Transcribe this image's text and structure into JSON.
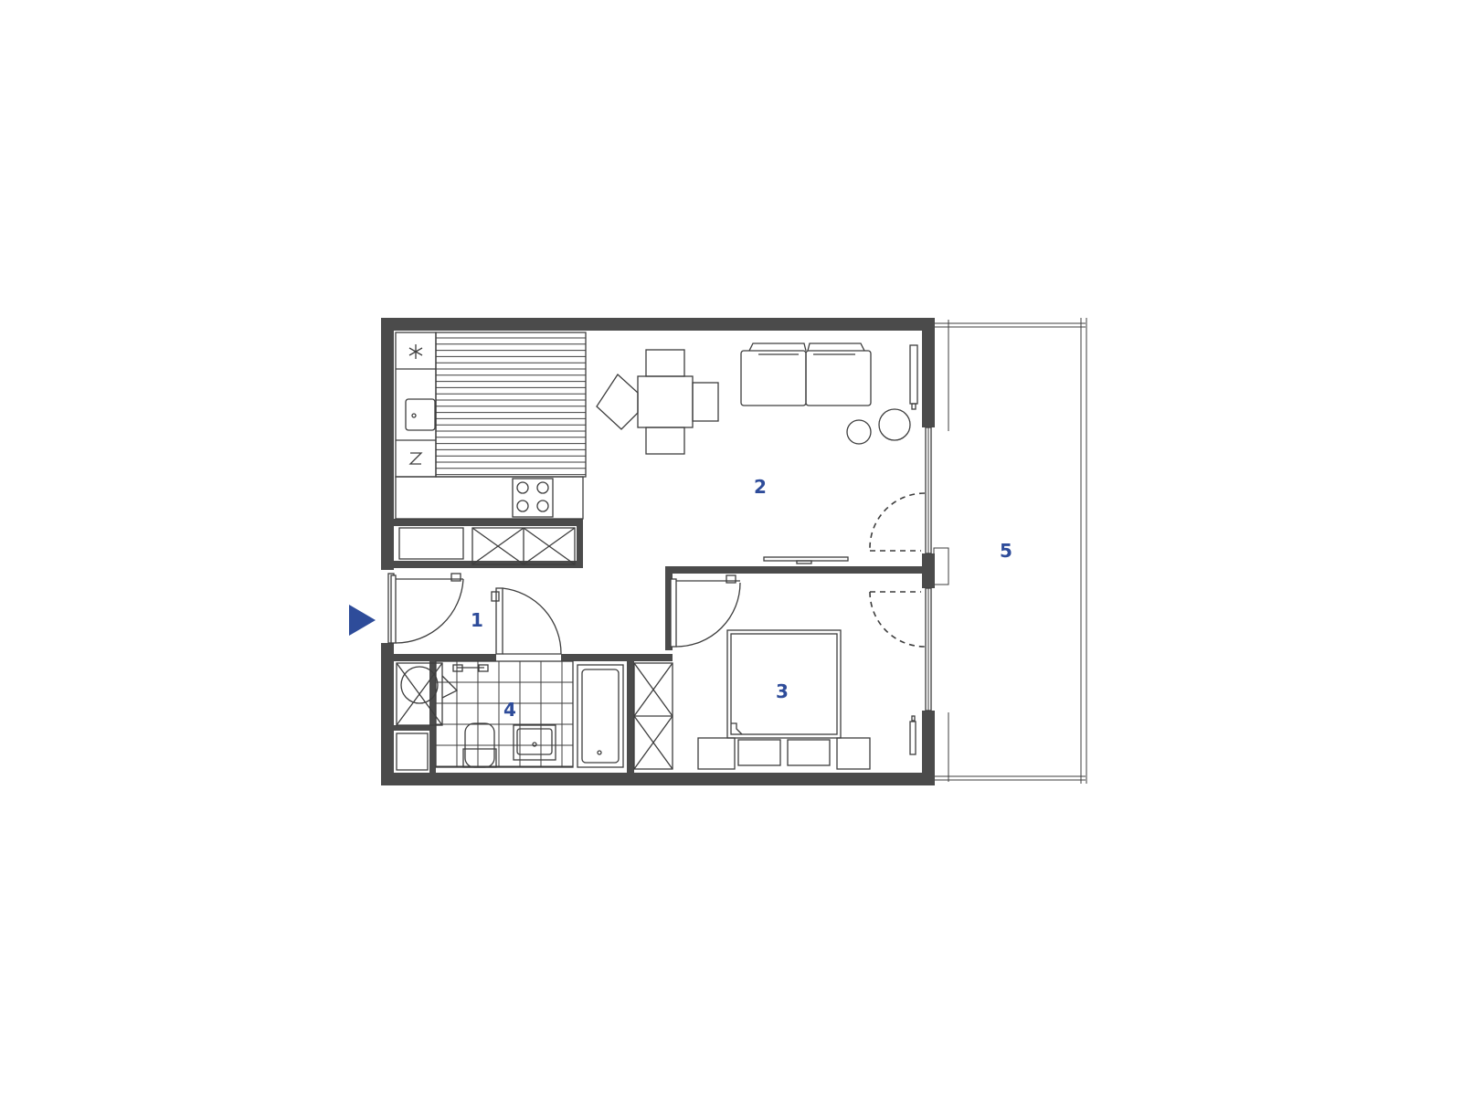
{
  "rooms": [
    {
      "id": "hall",
      "label": "1"
    },
    {
      "id": "living-kitchen",
      "label": "2"
    },
    {
      "id": "bedroom",
      "label": "3"
    },
    {
      "id": "bathroom",
      "label": "4"
    },
    {
      "id": "balcony",
      "label": "5"
    }
  ],
  "colors": {
    "wall": "#4b4b4b",
    "line": "#3d3d3d",
    "label": "#2e4c9a",
    "entrance_marker": "#2e4c9a"
  },
  "icons": {
    "entrance": "entrance-arrow-icon",
    "fridge": "snowflake-icon",
    "dishwasher": "z-symbol-icon"
  }
}
